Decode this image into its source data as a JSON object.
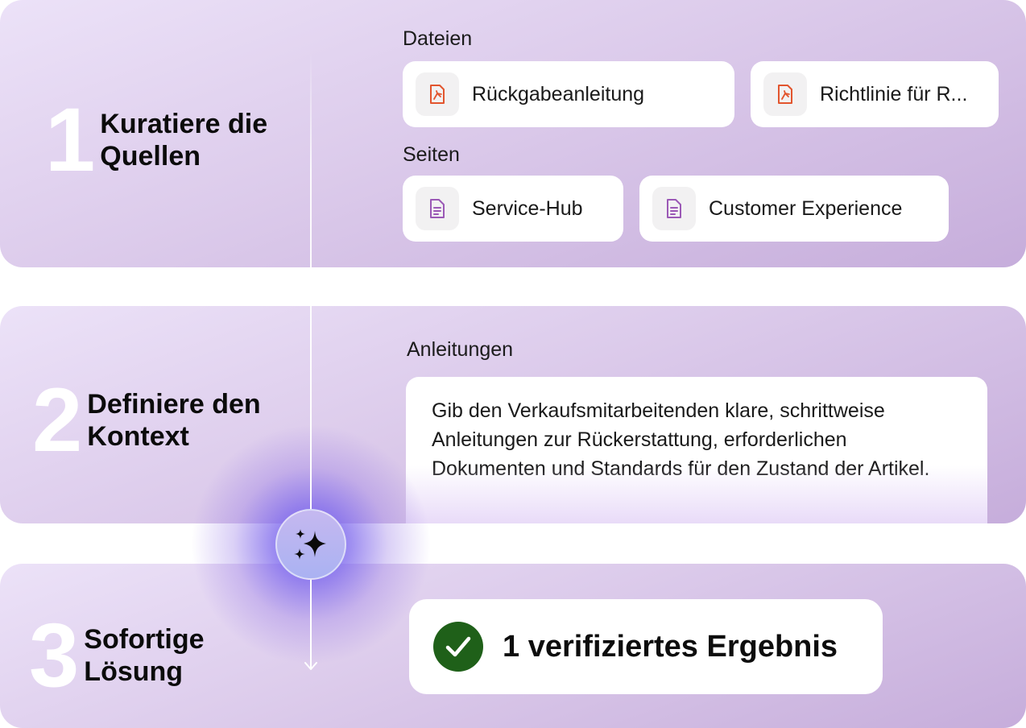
{
  "steps": [
    {
      "number": "1",
      "title": "Kuratiere die\nQuellen",
      "sections": [
        {
          "label": "Dateien",
          "items": [
            {
              "label": "Rückgabeanleitung",
              "icon": "pdf-file-icon"
            },
            {
              "label": "Richtlinie für R...",
              "icon": "pdf-file-icon"
            }
          ]
        },
        {
          "label": "Seiten",
          "items": [
            {
              "label": "Service-Hub",
              "icon": "page-document-icon"
            },
            {
              "label": "Customer Experience",
              "icon": "page-document-icon"
            }
          ]
        }
      ]
    },
    {
      "number": "2",
      "title": "Definiere den\nKontext",
      "section_label": "Anleitungen",
      "instructions": "Gib den Verkaufsmitarbeitenden klare, schrittweise Anleitungen zur Rückerstattung, erforderlichen Dokumenten und Standards für den Zustand der Artikel."
    },
    {
      "number": "3",
      "title": "Sofortige\nLösung",
      "result": "1 verifiziertes Ergebnis",
      "result_icon": "check-circle-icon"
    }
  ],
  "timeline": {
    "badge_icon": "sparkles-icon",
    "end_icon": "arrow-down-icon"
  },
  "colors": {
    "pdf_icon": "#e2552e",
    "page_icon": "#9b59b6",
    "check_bg": "#1f6019",
    "panel_start": "#ece2f8",
    "panel_end": "#c6addb",
    "glow": "#6a70f0"
  }
}
